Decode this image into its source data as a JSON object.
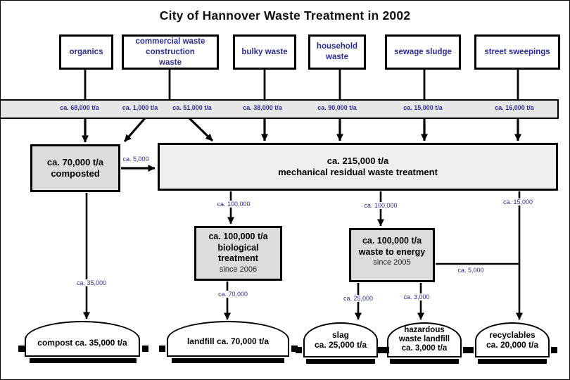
{
  "title": "City of Hannover Waste Treatment in 2002",
  "colors": {
    "navy": "#2d2d8f",
    "band_fill": "#e7e7e7",
    "process_fill": "#dcdcdc",
    "mechanical_fill": "#efefef"
  },
  "sources": [
    {
      "lines": [
        "organics"
      ]
    },
    {
      "lines": [
        "commercial waste",
        "construction",
        "waste"
      ]
    },
    {
      "lines": [
        "bulky waste"
      ]
    },
    {
      "lines": [
        "household",
        "waste"
      ]
    },
    {
      "lines": [
        "sewage sludge"
      ]
    },
    {
      "lines": [
        "street sweepings"
      ]
    }
  ],
  "input_flows": [
    "ca. 68,000 t/a",
    "ca. 1,000 t/a",
    "ca. 51,000 t/a",
    "ca. 38,000 t/a",
    "ca. 90,000 t/a",
    "ca. 15,000 t/a",
    "ca. 16,000 t/a"
  ],
  "process": {
    "composted": {
      "amount": "ca. 70,000 t/a",
      "label": "composted"
    },
    "mechanical": {
      "amount": "ca. 215,000 t/a",
      "label": "mechanical residual waste treatment"
    },
    "biological": {
      "amount": "ca. 100,000 t/a",
      "label1": "biological",
      "label2": "treatment",
      "since": "since 2006"
    },
    "waste_to_energy": {
      "amount": "ca. 100,000 t/a",
      "label": "waste to energy",
      "since": "since 2005"
    }
  },
  "edge_labels": {
    "composted_to_mechanical": "ca. 5,000",
    "mechanical_to_biological": "ca. 100,000",
    "mechanical_to_waste_to_energy": "ca. 100,000",
    "mechanical_to_recyclables": "ca. 15,000",
    "waste_to_energy_to_recyclables": "ca. 5,000",
    "composted_to_compost": "ca. 35,000",
    "biological_to_landfill": "ca. 70,000",
    "waste_to_energy_to_slag": "ca. 25,000",
    "waste_to_energy_to_hazardous": "ca. 3,000"
  },
  "outputs": [
    {
      "lines": [
        "compost ca. 35,000 t/a"
      ]
    },
    {
      "lines": [
        "landfill ca. 70,000 t/a"
      ]
    },
    {
      "lines": [
        "slag",
        "ca. 25,000 t/a"
      ]
    },
    {
      "lines": [
        "hazardous",
        "waste landfill",
        "ca. 3,000 t/a"
      ]
    },
    {
      "lines": [
        "recyclables",
        "ca. 20,000 t/a"
      ]
    }
  ]
}
